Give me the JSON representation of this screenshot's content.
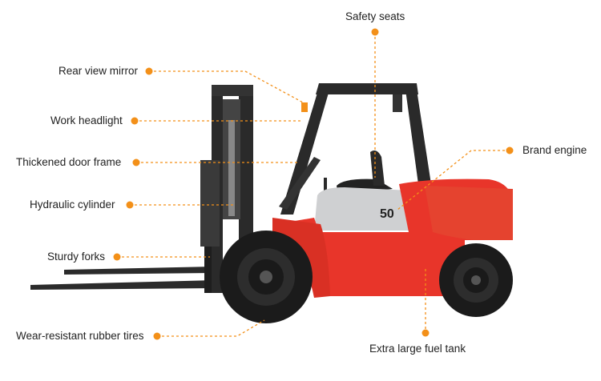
{
  "colors": {
    "accent": "#f39019",
    "body_red": "#e8352a",
    "dark": "#2b2b2b",
    "grey": "#cfd0d2",
    "text": "#222222"
  },
  "labels": {
    "safety_seats": "Safety seats",
    "rear_view_mirror": "Rear view mirror",
    "brand_engine": "Brand engine",
    "work_headlight": "Work headlight",
    "thickened_door_frame": "Thickened door frame",
    "hydraulic_cylinder": "Hydraulic cylinder",
    "sturdy_forks": "Sturdy forks",
    "wear_resistant_rubber_tires": "Wear-resistant rubber tires",
    "extra_large_fuel_tank": "Extra large fuel tank"
  },
  "forklift": {
    "capacity_mark": "50"
  }
}
